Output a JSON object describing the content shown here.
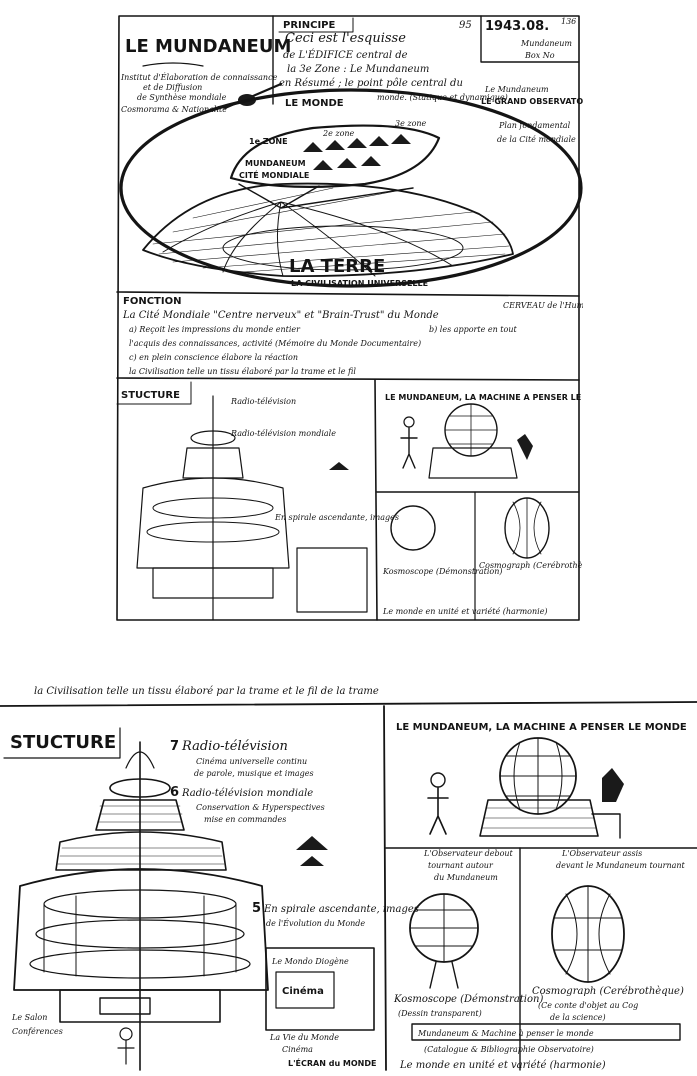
{
  "top_sheet": {
    "title": "LE MUNDANEUM",
    "sub_a": "Institut d'Élaboration de connaissance",
    "sub_b": "et de Diffusion",
    "sub_c": "de Synthèse mondiale",
    "sub_d": "Cosmorama & Nationalité",
    "principe": "PRINCIPE",
    "principe_a": "Ceci est l'esquisse",
    "principe_b": "de L'ÉDIFICE central de",
    "principe_c": "la 3e Zone : Le Mundaneum",
    "principe_d": "en Résumé ; le point pôle central du",
    "principe_e": "monde. (Statique et dynamique)",
    "page_no": "95",
    "date": "1943.08.",
    "ref": "136",
    "box_a": "Mundaneum",
    "box_b": "Box No",
    "right_a": "Le Mundaneum",
    "right_b": "LE GRAND OBSERVATOIRE",
    "right_c": "Plan fondamental",
    "right_d": "de la Cité mondiale",
    "le_monde": "LE MONDE",
    "zone_1": "1e ZONE",
    "zone_2": "2e zone",
    "zone_3": "3e zone",
    "mundaneum_small": "MUNDANEUM",
    "cite_mondiale": "CITÉ MONDIALE",
    "la_terre": "LA TERRE",
    "civilisation": "LA CIVILISATION UNIVERSELLE",
    "fonction": "FONCTION",
    "fonction_a": "La Cité Mondiale \"Centre nerveux\" et \"Brain-Trust\" du Monde",
    "cerveau": "CERVEAU de l'Humanité",
    "fonction_b": "a) Reçoit les impressions du monde entier",
    "fonction_c": "b) les apporte en tout",
    "fonction_d": "l'acquis des connaissances, activité (Mémoire du Monde Documentaire)",
    "fonction_e": "c) en plein conscience élabore la réaction",
    "fonction_f": "la Civilisation telle un tissu élaboré par la trame et le fil"
  },
  "structure_panel": {
    "heading": "STUCTURE",
    "note_7": "Radio-télévision",
    "note_7b": "Cinéma universelle continu",
    "note_7c": "de parole, musique et images",
    "note_6": "Radio-télévision mondiale",
    "note_6b": "Conservation & Hyperspectives",
    "note_6c": "mise en commandes",
    "note_5": "En spirale ascendante, images",
    "note_5b": "de l'Évolution du Monde",
    "cinema_box": "Cinéma",
    "mondo_box": "Le Mondo Diogène",
    "ecran": "La Vie du Monde",
    "ecran_b": "Cinéma",
    "ecran_c": "L'ÉCRAN du MONDE",
    "left_a": "Le Salon",
    "left_b": "Conférences"
  },
  "machine_panel": {
    "heading": "LE MUNDANEUM, LA MACHINE A PENSER LE MONDE",
    "obs_left": "L'Observateur debout",
    "obs_left_b": "tournant autour",
    "obs_left_c": "du Mundaneum",
    "obs_right": "L'Observateur assis",
    "obs_right_b": "devant le Mundaneum tournant",
    "kosmoscope": "Kosmoscope (Démonstration)",
    "kosmoscope_b": "(Dessin transparent)",
    "cosmograph": "Cosmograph (Cerébrothèque)",
    "cosmograph_b": "(Ce conte d'objet au Cog",
    "cosmograph_c": "de la science)",
    "mundaneum_box": "Mundaneum & Machine à penser le monde",
    "catalog": "(Catalogue & Bibliographie Observatoire)",
    "bottom": "Le monde en unité et variété (harmonie)"
  },
  "bottom_sheet": {
    "top_line": "la Civilisation telle un tissu élaboré par la trame et le fil de la trame"
  }
}
